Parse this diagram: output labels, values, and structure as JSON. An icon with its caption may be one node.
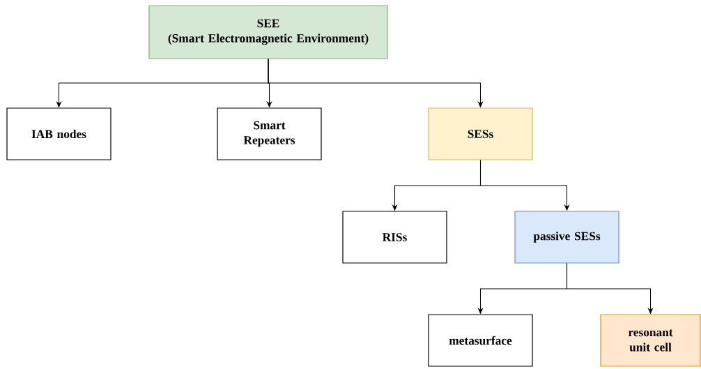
{
  "diagram": {
    "nodes": [
      {
        "text": [
          "SEE",
          "(Smart Electromagnetic Environment)"
        ]
      },
      {
        "text": [
          "IAB nodes"
        ]
      },
      {
        "text": [
          "Smart Repeaters"
        ]
      },
      {
        "text": [
          "SESs"
        ]
      },
      {
        "text": [
          "RISs"
        ]
      },
      {
        "text": [
          "passive SESs"
        ]
      },
      {
        "text": [
          "metasurface"
        ]
      },
      {
        "text": [
          "resonant unit cell"
        ]
      }
    ],
    "edges": [
      {
        "from": 0,
        "to": 1,
        "arrow": "to"
      },
      {
        "from": 0,
        "to": 2,
        "arrow": "to"
      },
      {
        "from": 0,
        "to": 3,
        "arrow": "to"
      },
      {
        "from": 3,
        "to": 4,
        "arrow": "to"
      },
      {
        "from": 3,
        "to": 5,
        "arrow": "to"
      },
      {
        "from": 5,
        "to": 6,
        "arrow": "to"
      },
      {
        "from": 5,
        "to": 7,
        "arrow": "to"
      }
    ]
  }
}
